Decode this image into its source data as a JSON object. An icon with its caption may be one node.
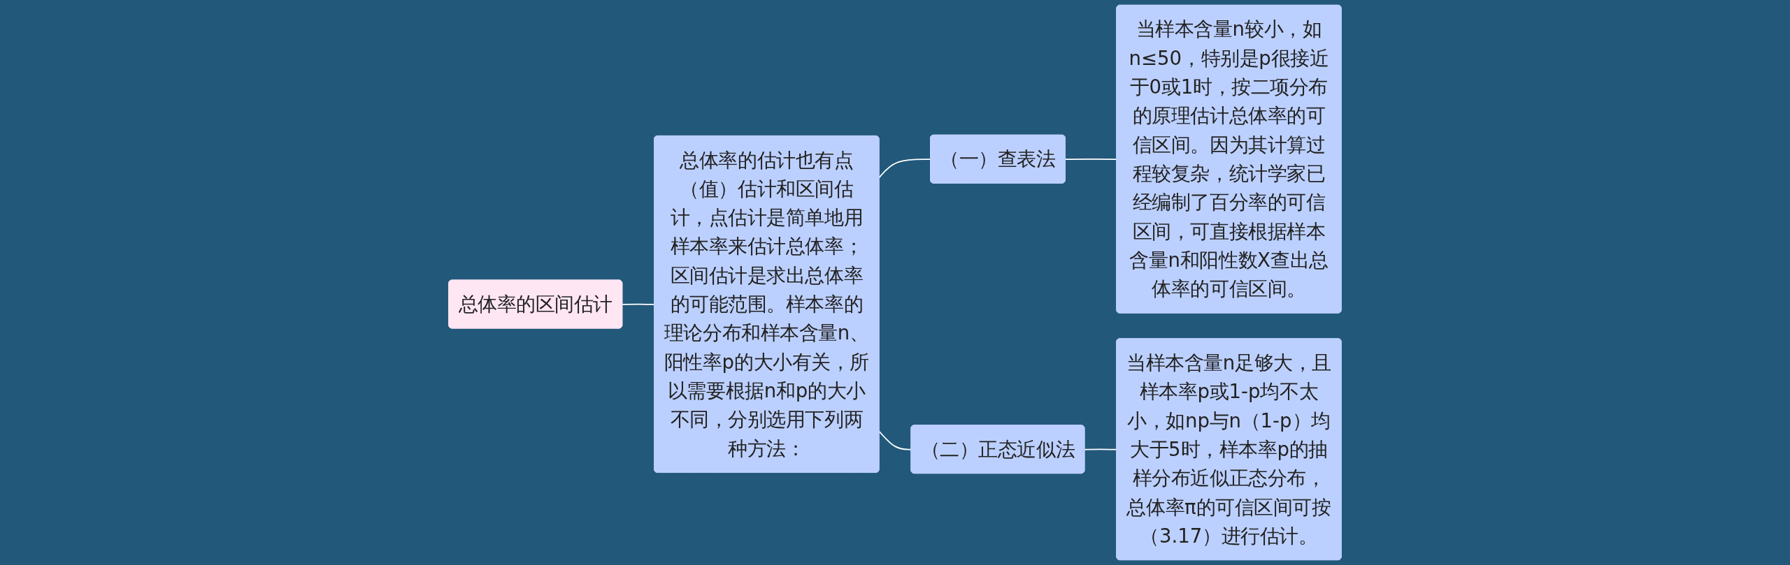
{
  "diagram": {
    "nodes": [
      {
        "text": [
          "总体率的区间估计"
        ]
      },
      {
        "text": [
          "总体率的估计也有点（值）估计和区间估计，点估计是简单地用样本率来估计总体率；区间估计是求出总体率的可能范围。样本率的理论分布和样本含量n、阳性率p的大小有关，所以需要根据n和p的大小不同，分别选用下列两种方法："
        ]
      },
      {
        "text": [
          "（一）查表法"
        ]
      },
      {
        "text": [
          "（二）正态近似法"
        ]
      },
      {
        "text": [
          "当样本含量n较小，如n≤50，特别是p很接近于0或1时，按二项分布的原理估计总体率的可信区间。因为其计算过程较复杂，统计学家已经编制了百分率的可信区间，可直接根据样本含量n和阳性数X查出总体率的可信区间。"
        ]
      },
      {
        "text": [
          "当样本含量n足够大，且样本率p或1-p均不太小，如np与n（1-p）均大于5时，样本率p的抽样分布近似正态分布，总体率π的可信区间可按（3.17）进行估计。"
        ]
      }
    ],
    "edges": [
      {
        "from": 0,
        "to": 1,
        "arrow": "none"
      },
      {
        "from": 1,
        "to": 2,
        "arrow": "none"
      },
      {
        "from": 1,
        "to": 3,
        "arrow": "none"
      },
      {
        "from": 2,
        "to": 4,
        "arrow": "none"
      },
      {
        "from": 3,
        "to": 5,
        "arrow": "none"
      }
    ]
  }
}
